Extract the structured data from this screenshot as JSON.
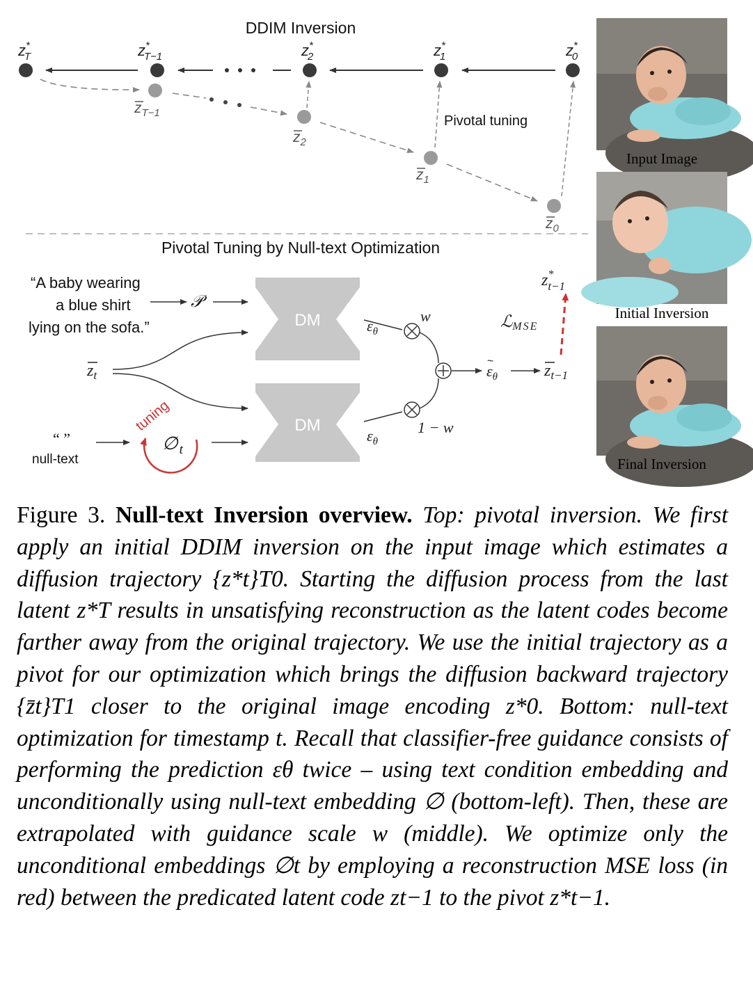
{
  "top": {
    "title": "DDIM Inversion",
    "pivotal_tuning_label": "Pivotal tuning",
    "z_star_labels": [
      "z",
      "z",
      "z",
      "z",
      "z"
    ],
    "z_star_subs": [
      "T",
      "T−1",
      "2",
      "1",
      "0"
    ],
    "z_bar_subs": [
      "T−1",
      "2",
      "1",
      "0"
    ]
  },
  "bottom": {
    "title": "Pivotal Tuning by Null-text Optimization",
    "prompt_lines": [
      "“A baby wearing",
      "a blue shirt",
      "lying on the sofa.”"
    ],
    "prompt_symbol": "𝒫",
    "dm_label": "DM",
    "null_quote": "“ ”",
    "null_text": "null-text",
    "tuning": "tuning",
    "null_symbol": "∅",
    "null_sub": "t",
    "eps": "ε",
    "eps_sub": "θ",
    "w": "w",
    "one_minus_w": "1 − w",
    "loss": "ℒ",
    "loss_sub": "MSE",
    "zbar_t_sub": "t",
    "zbar_t1_sub": "t−1",
    "zstar_t1_sub": "t−1"
  },
  "images": {
    "input_label": "Input Image",
    "initial_label": "Initial Inversion",
    "final_label": "Final Inversion"
  },
  "caption": {
    "label": "Figure 3.",
    "bold_title": "Null-text Inversion overview.",
    "body": "Top: pivotal inversion. We first apply an initial DDIM inversion on the input image which estimates a diffusion trajectory {z*t}T0. Starting the diffusion process from the last latent z*T results in unsatisfying reconstruction as the latent codes become farther away from the original trajectory. We use the initial trajectory as a pivot for our optimization which brings the diffusion backward trajectory {z̄t}T1 closer to the original image encoding z*0. Bottom: null-text optimization for timestamp t. Recall that classifier-free guidance consists of performing the prediction εθ twice – using text condition embedding and unconditionally using null-text embedding ∅ (bottom-left). Then, these are extrapolated with guidance scale w (middle). We optimize only the unconditional embeddings ∅t by employing a reconstruction MSE loss (in red) between the predicated latent code zt−1 to the pivot z*t−1."
  },
  "colors": {
    "dark_node": "#3a3a3a",
    "light_node": "#9a9a9a",
    "dm_block": "#c8c8c8",
    "accent_red": "#cc3333",
    "shirt": "#8fd6dc",
    "sofa": "#8a8a86"
  }
}
